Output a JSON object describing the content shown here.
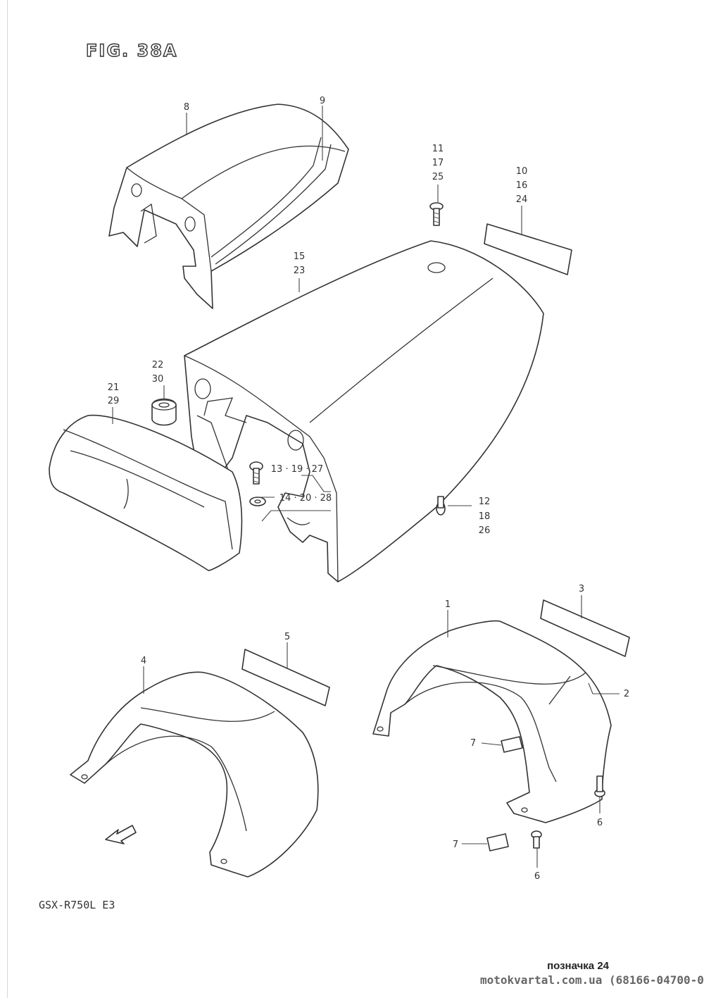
{
  "figure": {
    "title": "FIG. 38A"
  },
  "model": "GSX-R750L E3",
  "footer": {
    "reference": "позначка 24",
    "source": "motokvartal.com.ua (68166-04700-0J"
  },
  "callouts": {
    "p8": "8",
    "p9": "9",
    "p11": "11",
    "p17": "17",
    "p25": "25",
    "p10": "10",
    "p16": "16",
    "p24": "24",
    "p15": "15",
    "p23": "23",
    "p22": "22",
    "p30": "30",
    "p21": "21",
    "p29": "29",
    "p13": "13 · 19 · 27",
    "p14": "14 · 20 · 28",
    "p12": "12",
    "p18": "18",
    "p26": "26",
    "p3": "3",
    "p1": "1",
    "p5": "5",
    "p4": "4",
    "p2": "2",
    "p7a": "7",
    "p6a": "6",
    "p7b": "7",
    "p6b": "6"
  },
  "icons": {
    "direction": "forward-arrow-icon"
  }
}
